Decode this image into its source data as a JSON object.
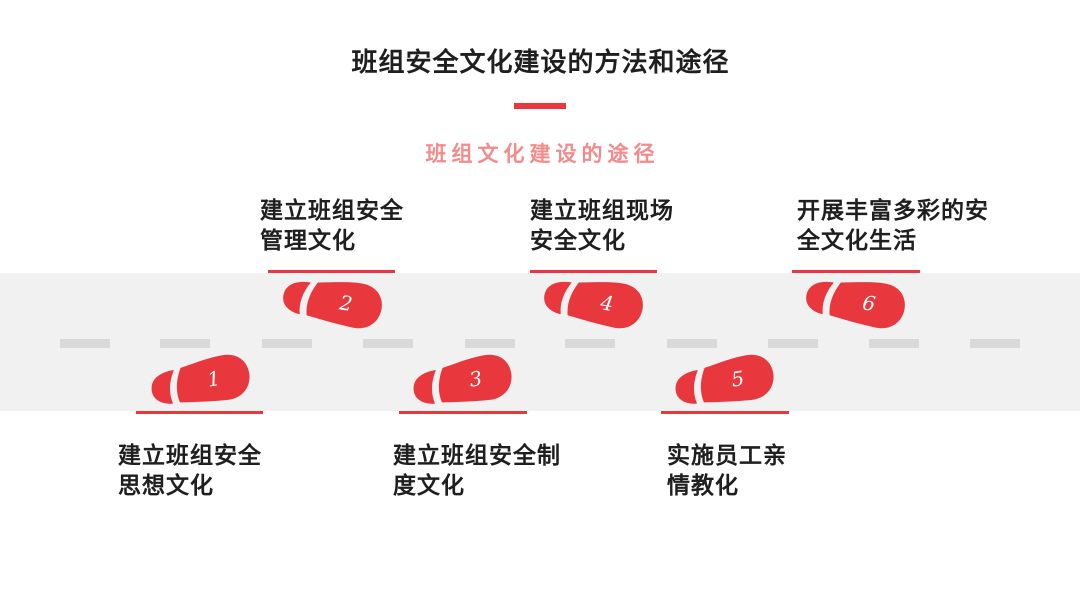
{
  "slide": {
    "title": "班组安全文化建设的方法和途径",
    "subtitle": "班组文化建设的途径"
  },
  "colors": {
    "accent": "#e8383d",
    "subtitle": "#f28b8b",
    "road": "#f1f1f1",
    "dash": "#d9d9d9",
    "text": "#1f1f1f"
  },
  "icons": {
    "step_marker": "footprint-icon"
  },
  "steps": [
    {
      "number": "1",
      "label_lines": [
        "建立班组安全",
        "思想文化"
      ]
    },
    {
      "number": "2",
      "label_lines": [
        "建立班组安全",
        "管理文化"
      ]
    },
    {
      "number": "3",
      "label_lines": [
        "建立班组安全制",
        "度文化"
      ]
    },
    {
      "number": "4",
      "label_lines": [
        "建立班组现场",
        "安全文化"
      ]
    },
    {
      "number": "5",
      "label_lines": [
        "实施员工亲",
        "情教化"
      ]
    },
    {
      "number": "6",
      "label_lines": [
        "开展丰富多彩的安",
        "全文化生活"
      ]
    }
  ]
}
